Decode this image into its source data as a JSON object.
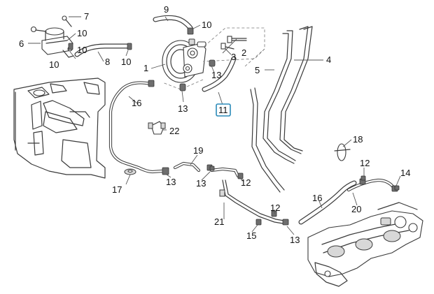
{
  "diagram": {
    "labels": [
      {
        "id": "1",
        "text": "1"
      },
      {
        "id": "2",
        "text": "2"
      },
      {
        "id": "3",
        "text": "3"
      },
      {
        "id": "4",
        "text": "4"
      },
      {
        "id": "5",
        "text": "5"
      },
      {
        "id": "6",
        "text": "6"
      },
      {
        "id": "7",
        "text": "7"
      },
      {
        "id": "8",
        "text": "8"
      },
      {
        "id": "9",
        "text": "9"
      },
      {
        "id": "10a",
        "text": "10"
      },
      {
        "id": "10b",
        "text": "10"
      },
      {
        "id": "10c",
        "text": "10"
      },
      {
        "id": "10d",
        "text": "10"
      },
      {
        "id": "11",
        "text": "11"
      },
      {
        "id": "12a",
        "text": "12"
      },
      {
        "id": "12b",
        "text": "12"
      },
      {
        "id": "12c",
        "text": "12"
      },
      {
        "id": "13a",
        "text": "13"
      },
      {
        "id": "13b",
        "text": "13"
      },
      {
        "id": "13c",
        "text": "13"
      },
      {
        "id": "13d",
        "text": "13"
      },
      {
        "id": "13e",
        "text": "13"
      },
      {
        "id": "13f",
        "text": "13"
      },
      {
        "id": "14",
        "text": "14"
      },
      {
        "id": "15",
        "text": "15"
      },
      {
        "id": "16",
        "text": "16"
      },
      {
        "id": "17",
        "text": "17"
      },
      {
        "id": "18",
        "text": "18"
      },
      {
        "id": "19",
        "text": "19"
      },
      {
        "id": "20",
        "text": "20"
      },
      {
        "id": "21",
        "text": "21"
      },
      {
        "id": "22",
        "text": "22"
      }
    ],
    "highlighted_part": "11",
    "highlight_color": "#2a8ab8"
  }
}
